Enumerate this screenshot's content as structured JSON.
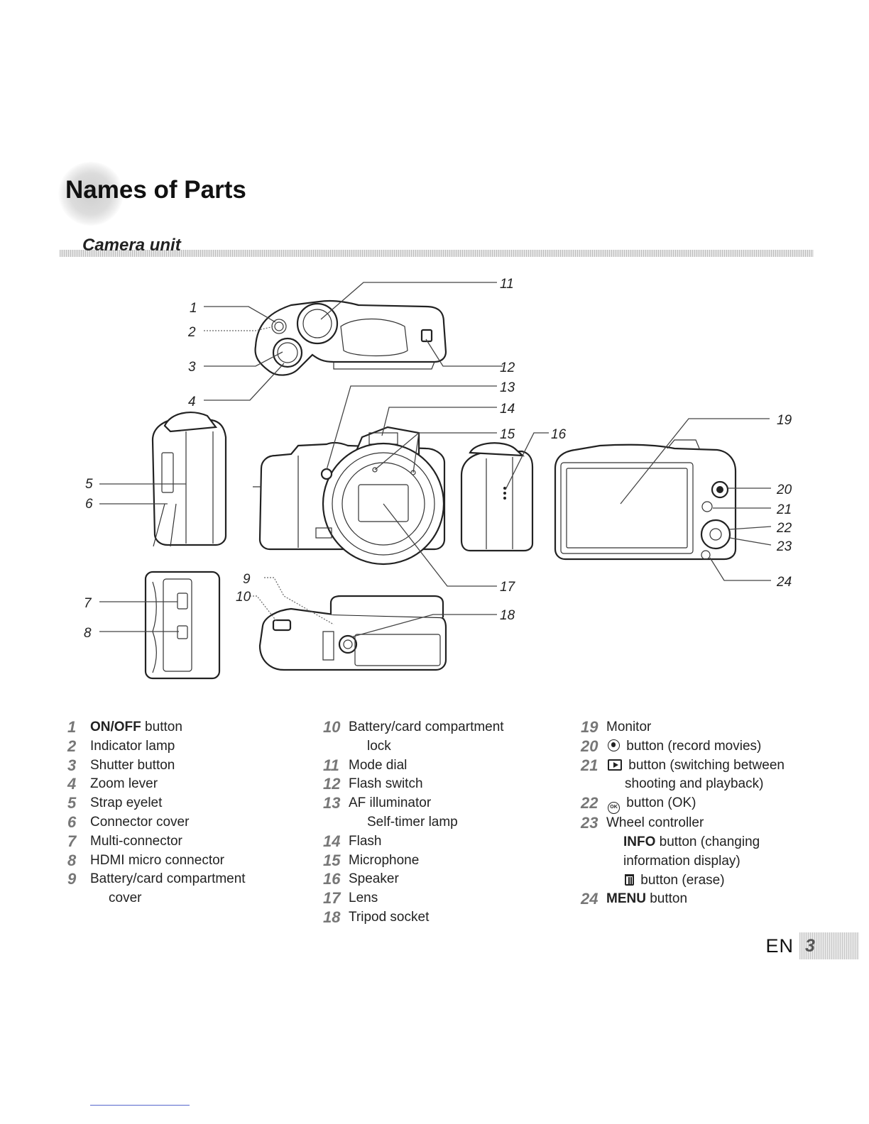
{
  "page": {
    "title": "Names of Parts",
    "section": "Camera unit",
    "footer": {
      "lang": "EN",
      "page": "3"
    }
  },
  "diagram": {
    "callouts": [
      "1",
      "2",
      "3",
      "4",
      "5",
      "6",
      "7",
      "8",
      "9",
      "10",
      "11",
      "12",
      "13",
      "14",
      "15",
      "16",
      "17",
      "18",
      "19",
      "20",
      "21",
      "22",
      "23",
      "24"
    ]
  },
  "parts": {
    "col1": [
      {
        "num": "1",
        "bold": "ON/OFF",
        "text": " button"
      },
      {
        "num": "2",
        "text": "Indicator lamp"
      },
      {
        "num": "3",
        "text": "Shutter button"
      },
      {
        "num": "4",
        "text": "Zoom lever"
      },
      {
        "num": "5",
        "text": "Strap eyelet"
      },
      {
        "num": "6",
        "text": "Connector cover"
      },
      {
        "num": "7",
        "text": "Multi-connector"
      },
      {
        "num": "8",
        "text": "HDMI micro connector"
      },
      {
        "num": "9",
        "text": "Battery/card compartment",
        "cont": "cover"
      }
    ],
    "col2": [
      {
        "num": "10",
        "text": "Battery/card compartment",
        "cont": "lock"
      },
      {
        "num": "11",
        "text": "Mode dial"
      },
      {
        "num": "12",
        "text": "Flash switch"
      },
      {
        "num": "13",
        "text": "AF illuminator",
        "cont": "Self-timer lamp"
      },
      {
        "num": "14",
        "text": "Flash"
      },
      {
        "num": "15",
        "text": "Microphone"
      },
      {
        "num": "16",
        "text": "Speaker"
      },
      {
        "num": "17",
        "text": "Lens"
      },
      {
        "num": "18",
        "text": "Tripod socket"
      }
    ],
    "col3": {
      "i19": {
        "num": "19",
        "text": "Monitor"
      },
      "i20": {
        "num": "20",
        "text": " button (record movies)",
        "icon": "record-movie-icon"
      },
      "i21": {
        "num": "21",
        "text": " button (switching between",
        "cont": "shooting and playback)",
        "icon": "playback-icon"
      },
      "i22": {
        "num": "22",
        "text": " button (OK)",
        "icon": "ok-icon",
        "icon_text": "OK"
      },
      "i23": {
        "num": "23",
        "text": "Wheel controller",
        "sub1_bold": "INFO",
        "sub1_text": " button (changing",
        "sub1_cont": "information display)",
        "sub2_text": " button (erase)",
        "sub2_icon": "trash-icon"
      },
      "i24": {
        "num": "24",
        "bold": "MENU",
        "text": " button"
      }
    }
  }
}
